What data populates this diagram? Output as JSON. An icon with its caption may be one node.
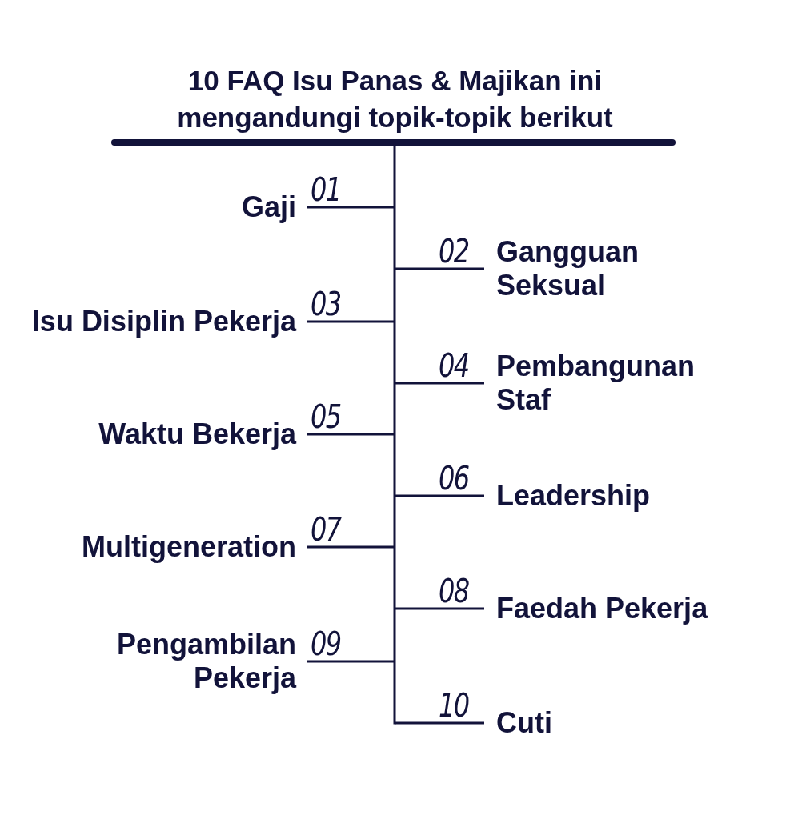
{
  "diagram": {
    "title": "10 FAQ Isu Panas & Majikan ini mengandungi topik-topik berikut",
    "nodes": [
      {
        "text": [
          "Gaji"
        ],
        "beside": [
          "01"
        ]
      },
      {
        "text": [
          "Gangguan Seksual"
        ],
        "beside": [
          "02"
        ]
      },
      {
        "text": [
          "Isu Disiplin Pekerja"
        ],
        "beside": [
          "03"
        ]
      },
      {
        "text": [
          "Pembangunan Staf"
        ],
        "beside": [
          "04"
        ]
      },
      {
        "text": [
          "Waktu Bekerja"
        ],
        "beside": [
          "05"
        ]
      },
      {
        "text": [
          "Leadership"
        ],
        "beside": [
          "06"
        ]
      },
      {
        "text": [
          "Multigeneration"
        ],
        "beside": [
          "07"
        ]
      },
      {
        "text": [
          "Faedah Pekerja"
        ],
        "beside": [
          "08"
        ]
      },
      {
        "text": [
          "Pengambilan Pekerja"
        ],
        "beside": [
          "09"
        ]
      },
      {
        "text": [
          "Cuti"
        ],
        "beside": [
          "10"
        ]
      }
    ]
  }
}
